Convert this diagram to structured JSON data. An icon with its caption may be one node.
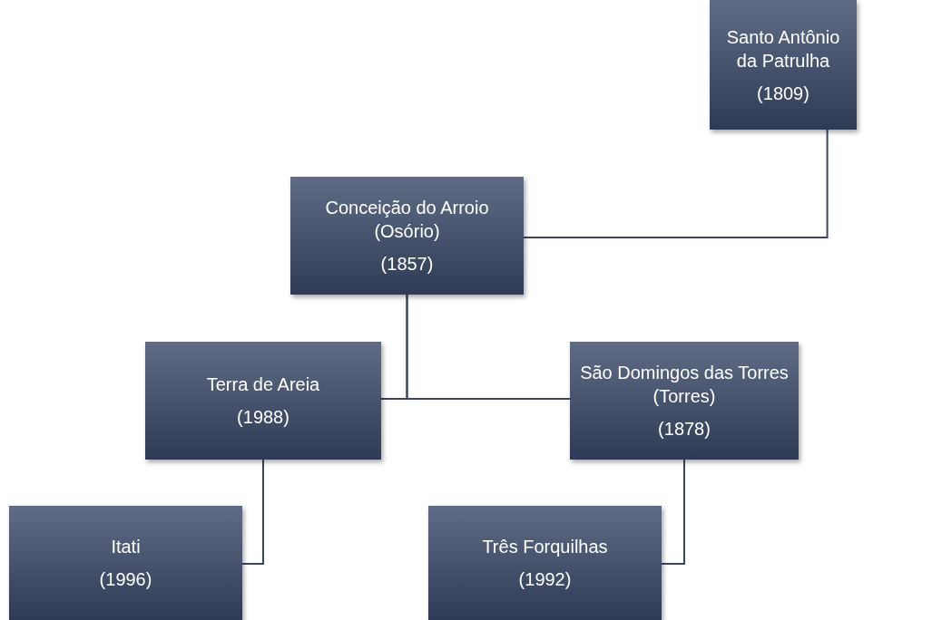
{
  "diagram": {
    "nodes": [
      {
        "text": [
          "Santo Antônio da Patrulha",
          "(1809)"
        ]
      },
      {
        "text": [
          "Conceição do Arroio (Osório)",
          "(1857)"
        ]
      },
      {
        "text": [
          "Terra de Areia",
          "(1988)"
        ]
      },
      {
        "text": [
          "São Domingos das Torres (Torres)",
          "(1878)"
        ]
      },
      {
        "text": [
          "Itati",
          "(1996)"
        ]
      },
      {
        "text": [
          "Três Forquilhas",
          "(1992)"
        ]
      }
    ],
    "edges": [
      {
        "from": 0,
        "to": 1,
        "arrow": "none"
      },
      {
        "from": 1,
        "to": 2,
        "arrow": "none"
      },
      {
        "from": 1,
        "to": 3,
        "arrow": "none"
      },
      {
        "from": 2,
        "to": 4,
        "arrow": "none"
      },
      {
        "from": 3,
        "to": 5,
        "arrow": "none"
      }
    ]
  }
}
